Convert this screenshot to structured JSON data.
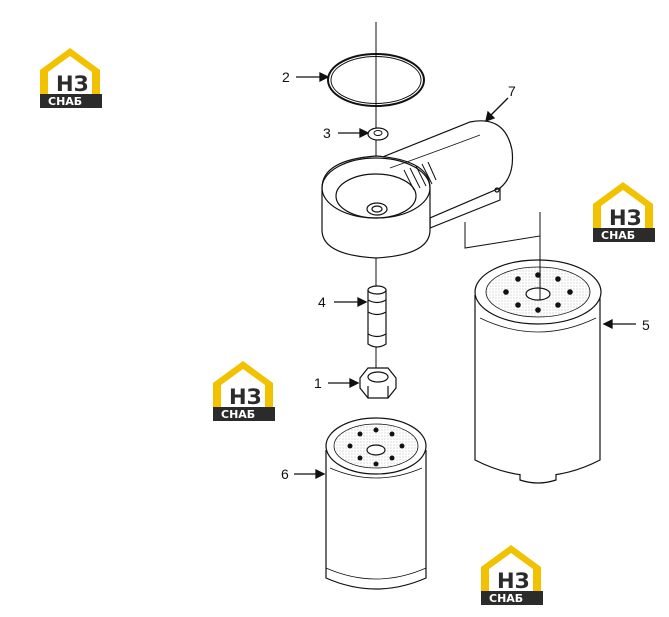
{
  "callouts": {
    "c1": "1",
    "c2": "2",
    "c3": "3",
    "c4": "4",
    "c5": "5",
    "c6": "6",
    "c7": "7"
  },
  "watermark": {
    "letters": "НЗ",
    "word": "СНАБ",
    "colors": {
      "yellow": "#f2c200",
      "dark": "#2b2b2b",
      "white": "#ffffff"
    }
  },
  "colors": {
    "line": "#111111",
    "background": "#ffffff"
  }
}
